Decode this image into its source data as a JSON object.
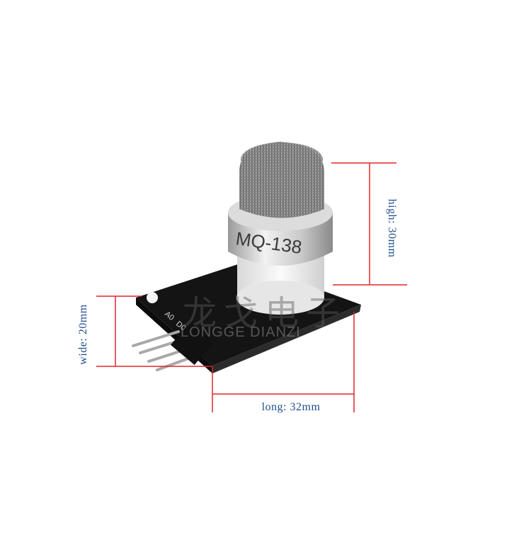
{
  "product": {
    "sensor_model": "MQ-138"
  },
  "dimensions": {
    "high": "high: 30mm",
    "wide": "wide: 20mm",
    "long": "long: 32mm"
  },
  "watermark": {
    "chinese": "龙戈电子",
    "english": "LONGGE DIANZI"
  },
  "colors": {
    "dimension_line": "#e0262c",
    "dimension_text": "#1f4e8c",
    "board": "#151515",
    "sensor_mesh": "#8c8c8c"
  }
}
